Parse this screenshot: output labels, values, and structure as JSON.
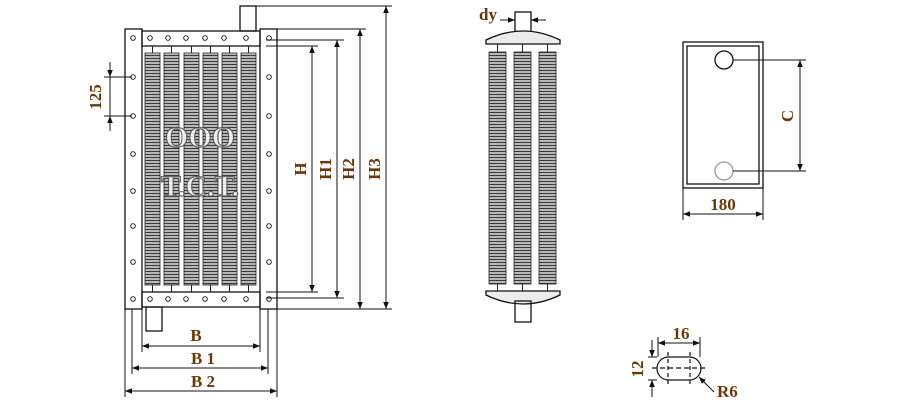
{
  "watermark": {
    "line1": "ООО",
    "line2": "Т.С.Т."
  },
  "front_view": {
    "dim_125": "125",
    "dim_H": "H",
    "dim_H1": "H1",
    "dim_H2": "H2",
    "dim_H3": "H3",
    "dim_B": "B",
    "dim_B1": "B 1",
    "dim_B2": "B 2"
  },
  "side_view": {
    "dim_dy": "dy"
  },
  "flange_view": {
    "dim_C": "C",
    "dim_180": "180"
  },
  "slot_detail": {
    "dim_16": "16",
    "dim_12": "12",
    "dim_R6": "R6"
  },
  "colors": {
    "line": "#111111",
    "label": "#6a3808",
    "coil": "#444444"
  }
}
